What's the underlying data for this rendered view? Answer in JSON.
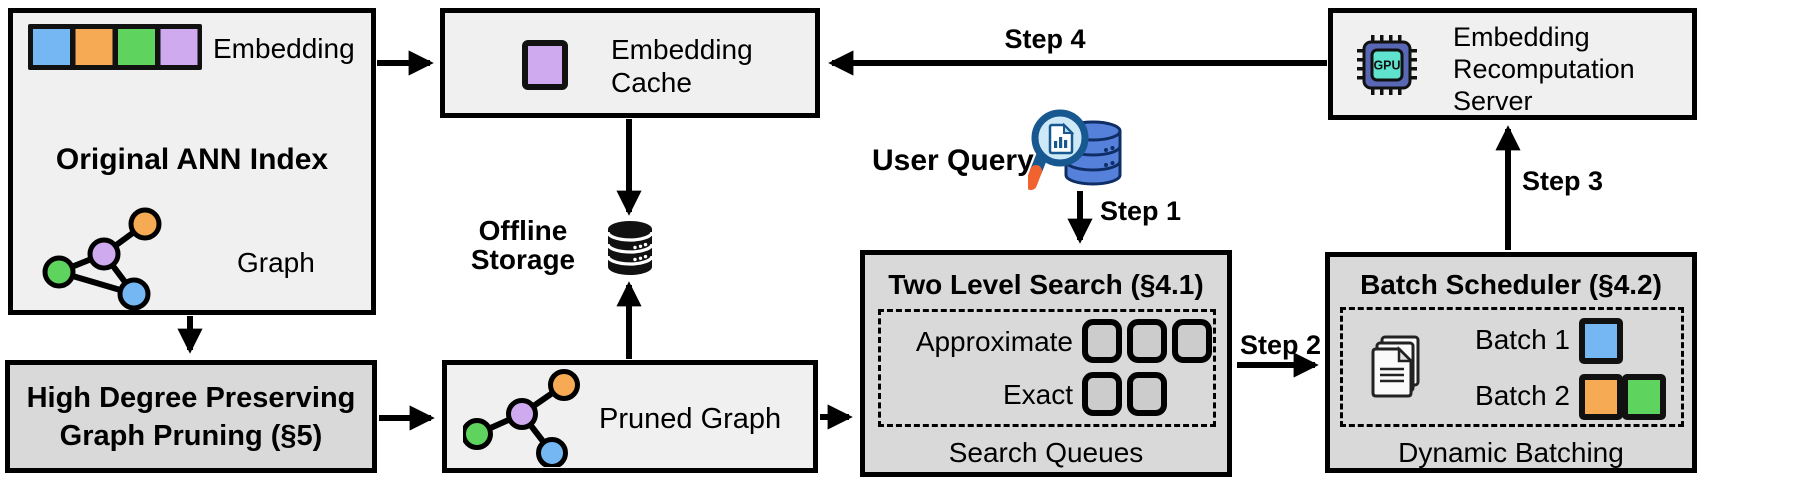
{
  "colors": {
    "blue": "#74B7F2",
    "orange": "#F6AA54",
    "green": "#5ED45E",
    "purple": "#CFAAEF",
    "queue_fill": "#CCCCCC",
    "gpu_body": "#5868B5",
    "gpu_screen": "#5FE3CE",
    "query_db": "#5581DA",
    "magnifier_rim": "#16588F",
    "magnifier_glass": "#CDE9F7",
    "handle_tip": "#F0622E",
    "box_light": "#F0F0F0",
    "box_dark": "#D9D9D9"
  },
  "original_index": {
    "title": "Original ANN Index",
    "embedding_label": "Embedding",
    "graph_label": "Graph"
  },
  "embedding_cache": {
    "label": "Embedding Cache"
  },
  "offline_storage": {
    "label": "Offline Storage"
  },
  "high_degree_pruning": {
    "label": "High Degree Preserving Graph Pruning (§5)"
  },
  "pruned_graph": {
    "label": "Pruned Graph"
  },
  "user_query": {
    "label": "User Query"
  },
  "two_level_search": {
    "title": "Two Level Search (§4.1)",
    "approximate_label": "Approximate",
    "exact_label": "Exact",
    "caption": "Search Queues"
  },
  "batch_scheduler": {
    "title": "Batch Scheduler (§4.2)",
    "batch1_label": "Batch 1",
    "batch2_label": "Batch 2",
    "caption": "Dynamic Batching"
  },
  "recomputation_server": {
    "label": "Embedding Recomputation Server"
  },
  "gpu_icon_text": "GPU",
  "steps": {
    "step1": "Step 1",
    "step2": "Step 2",
    "step3": "Step 3",
    "step4": "Step 4"
  }
}
